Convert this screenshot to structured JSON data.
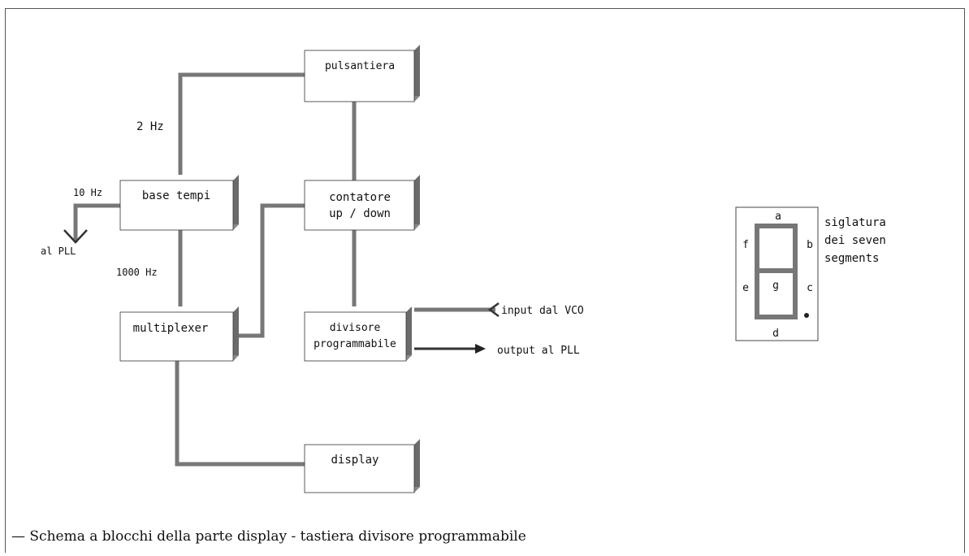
{
  "blocks": {
    "pulsantiera": "pulsantiera",
    "base_tempi": "base tempi",
    "contatore_line1": "contatore",
    "contatore_line2": "up / down",
    "multiplexer": "multiplexer",
    "divisore_line1": "divisore",
    "divisore_line2": "programmabile",
    "display": "display"
  },
  "labels": {
    "freq_2hz": "2 Hz",
    "freq_10hz": "10 Hz",
    "freq_1000hz": "1000 Hz",
    "al_pll": "al PLL",
    "input_vco": "input dal VCO",
    "output_pll": "output al PLL"
  },
  "seven_segment": {
    "seg_a": "a",
    "seg_b": "b",
    "seg_c": "c",
    "seg_d": "d",
    "seg_e": "e",
    "seg_f": "f",
    "seg_g": "g",
    "title_line1": "siglatura",
    "title_line2": "dei seven",
    "title_line3": "segments"
  },
  "caption": "— Schema a blocchi della parte display - tastiera divisore programmabile"
}
